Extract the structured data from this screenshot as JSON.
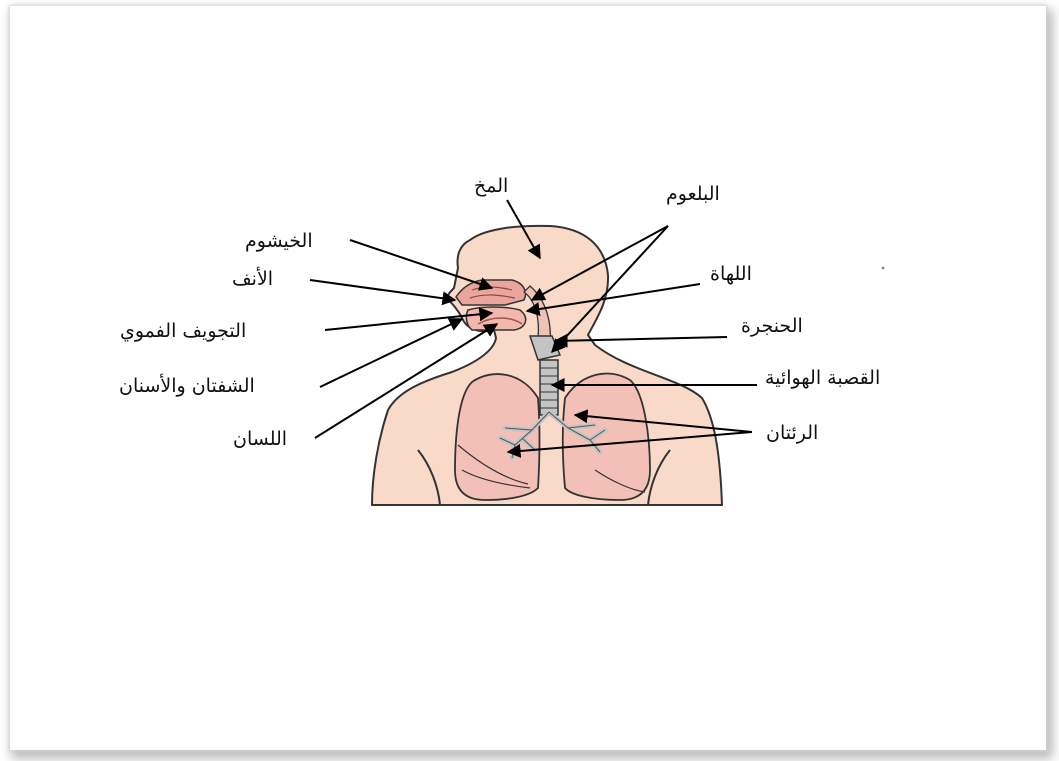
{
  "labels": {
    "brain": "المخ",
    "nasal_cavity": "الخيشوم",
    "nose": "الأنف",
    "oral_cavity": "التجويف الفموي",
    "lips_teeth": "الشفتان والأسنان",
    "tongue": "اللسان",
    "pharynx": "البلعوم",
    "uvula": "اللهاة",
    "larynx": "الحنجرة",
    "trachea": "القصبة الهوائية",
    "lungs": "الرئتان"
  },
  "colors": {
    "skin": "#f9d9c8",
    "lung": "#f2c0b7",
    "airway": "#c4c4c4",
    "nasal": "#eba59c",
    "outline": "#333333"
  }
}
